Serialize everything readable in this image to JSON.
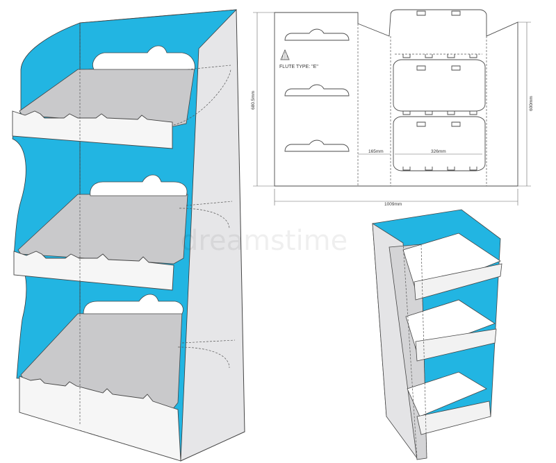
{
  "dieline": {
    "flute_label": "FLUTE TYPE: \"E\"",
    "dimensions": {
      "width_total": "1009mm",
      "height_total": "680.5mm",
      "height_side": "600mm",
      "panel_width": "165mm",
      "shelf_width": "326mm"
    }
  },
  "watermark": {
    "text": "dreamstime"
  },
  "colors": {
    "accent": "#1fb3e0",
    "panel": "#e9e9ea",
    "panel_dark": "#cfcfd1",
    "interior": "#c7c7c9",
    "outline": "#444444",
    "shelf_front": "#f6f6f6"
  }
}
